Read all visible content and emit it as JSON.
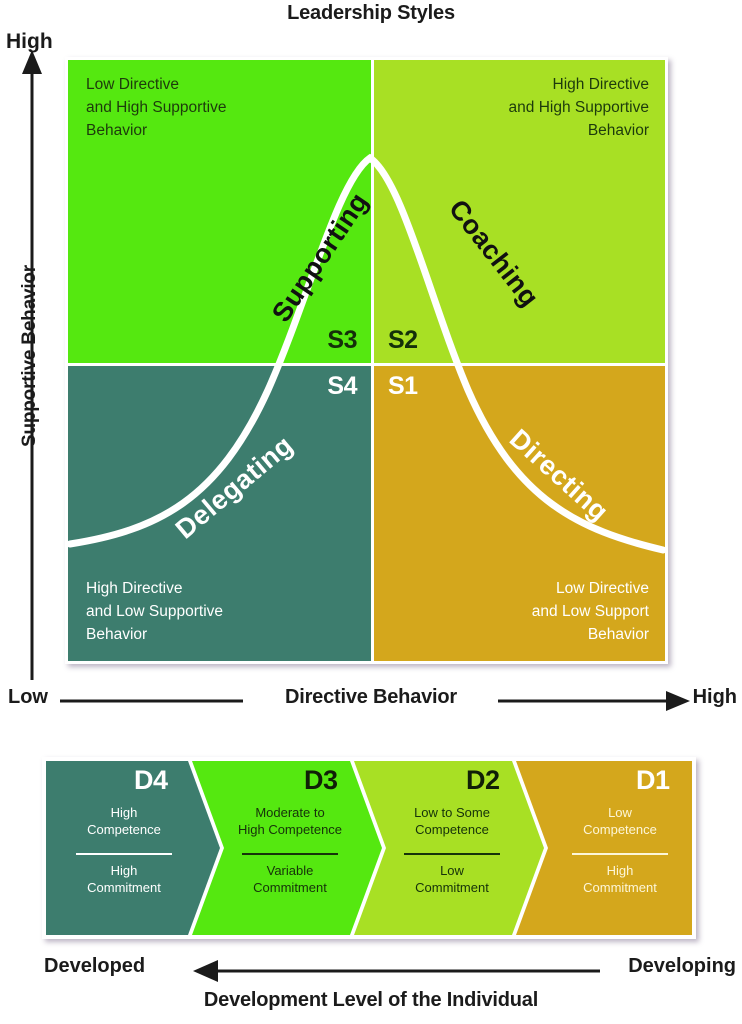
{
  "title": "Leadership Styles",
  "y_axis": {
    "high_label": "High",
    "title": "Supportive Behavior"
  },
  "x_axis": {
    "low_label": "Low",
    "high_label": "High",
    "title": "Directive Behavior"
  },
  "matrix": {
    "quadrants": [
      {
        "code": "S3",
        "style_name": "Supporting",
        "description": "Low Directive\nand High Supportive\nBehavior",
        "color": "#55e810",
        "text_color": "#1d3b0c"
      },
      {
        "code": "S2",
        "style_name": "Coaching",
        "description": "High Directive\nand High Supportive\nBehavior",
        "color": "#a8e024",
        "text_color": "#1d3b0c"
      },
      {
        "code": "S4",
        "style_name": "Delegating",
        "description": "High Directive\nand Low Supportive\nBehavior",
        "color": "#3d7d6e",
        "text_color": "#ffffff"
      },
      {
        "code": "S1",
        "style_name": "Directing",
        "description": "Low Directive\nand Low Support\nBehavior",
        "color": "#d4a71c",
        "text_color": "#ffffff"
      }
    ]
  },
  "development_bar": {
    "segments": [
      {
        "code": "D4",
        "competence": "High\nCompetence",
        "commitment": "High\nCommitment",
        "color": "#3d7d6e",
        "text_color": "#ffffff"
      },
      {
        "code": "D3",
        "competence": "Moderate to\nHigh Competence",
        "commitment": "Variable\nCommitment",
        "color": "#55e810",
        "text_color": "#16320a"
      },
      {
        "code": "D2",
        "competence": "Low to Some\nCompetence",
        "commitment": "Low\nCommitment",
        "color": "#a8e024",
        "text_color": "#16320a"
      },
      {
        "code": "D1",
        "competence": "Low\nCompetence",
        "commitment": "High\nCommitment",
        "color": "#d4a71c",
        "text_color": "#fdf6d8"
      }
    ],
    "left_label": "Developed",
    "right_label": "Developing",
    "caption": "Development Level of the Individual"
  },
  "chart_data": {
    "type": "diagram",
    "title": "Leadership Styles",
    "xlabel": "Directive Behavior",
    "ylabel": "Supportive Behavior",
    "xlim": [
      "Low",
      "High"
    ],
    "ylim": [
      "Low",
      "High"
    ],
    "grid": false,
    "legend": "none",
    "quadrant_codes": [
      "S3",
      "S2",
      "S4",
      "S1"
    ],
    "quadrant_names": [
      "Supporting",
      "Coaching",
      "Delegating",
      "Directing"
    ],
    "development_codes": [
      "D4",
      "D3",
      "D2",
      "D1"
    ],
    "bell_curve_note": "Bell-shaped performance curve rising from low-left through S4/S3, peaking at the S3/S2 boundary, descending through S2/S1 to low-right"
  }
}
